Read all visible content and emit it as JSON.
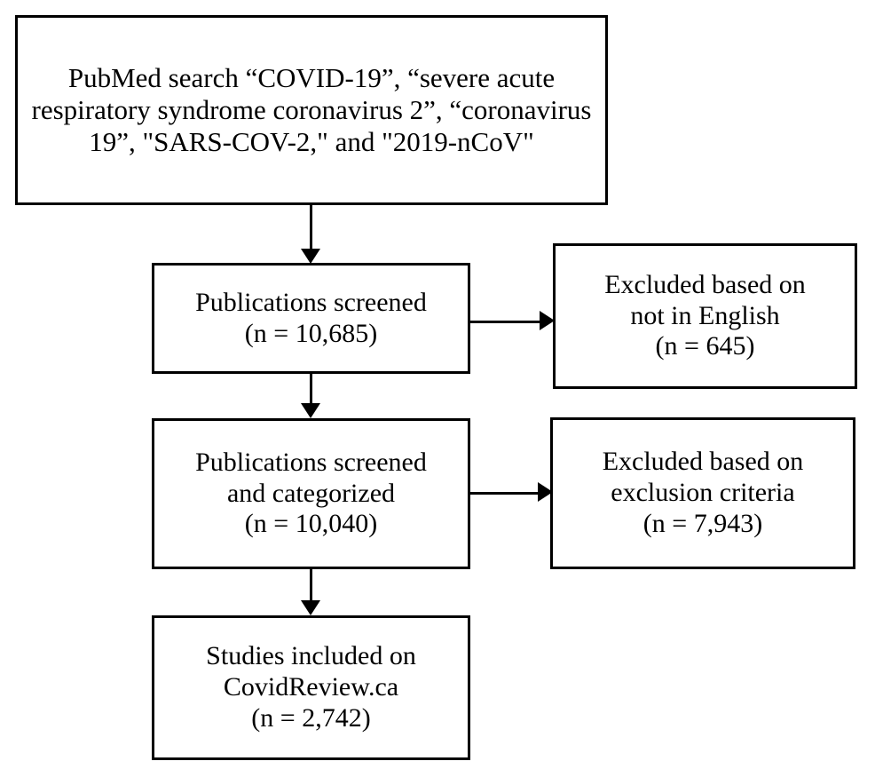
{
  "diagram": {
    "type": "prisma-flow-diagram",
    "colors": {
      "border": "#000000",
      "text": "#000000",
      "background": "#ffffff",
      "connector": "#000000"
    },
    "nodes": [
      {
        "id": "search",
        "lines": [
          "PubMed search “COVID-19”, “severe acute respiratory syndrome coronavirus 2”, “coronavirus 19”, \"SARS-COV-2,\" and \"2019-nCoV\""
        ]
      },
      {
        "id": "screened",
        "lines": [
          "Publications screened",
          "(n = 10,685)"
        ]
      },
      {
        "id": "excluded-language",
        "lines": [
          "Excluded based on",
          "not in English",
          "(n = 645)"
        ]
      },
      {
        "id": "categorized",
        "lines": [
          "Publications screened",
          "and categorized",
          "(n = 10,040)"
        ]
      },
      {
        "id": "excluded-criteria",
        "lines": [
          "Excluded based on",
          "exclusion criteria",
          "(n = 7,943)"
        ]
      },
      {
        "id": "included",
        "lines": [
          "Studies included on",
          "CovidReview.ca",
          "(n = 2,742)"
        ]
      }
    ],
    "counts": {
      "screened": "10,685",
      "excluded_language": "645",
      "categorized": "10,040",
      "excluded_criteria": "7,943",
      "included": "2,742"
    }
  }
}
